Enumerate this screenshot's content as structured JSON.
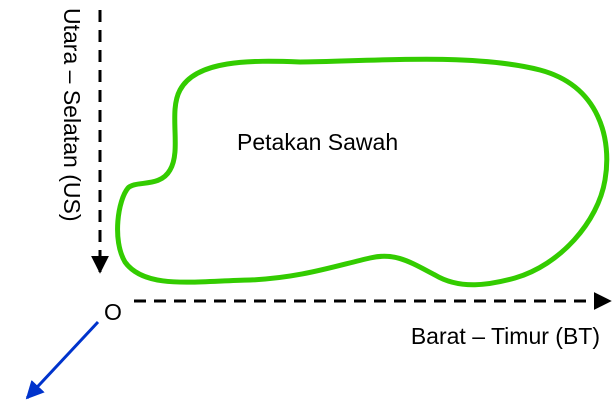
{
  "diagram": {
    "field_label": "Petakan Sawah",
    "x_axis_label": "Barat – Timur (BT)",
    "y_axis_label": "Utara – Selatan (US)",
    "origin_label": "O"
  },
  "colors": {
    "field_outline": "#33cc00",
    "axis": "#000000",
    "third_axis_arrow": "#0033cc",
    "background": "#ffffff"
  }
}
